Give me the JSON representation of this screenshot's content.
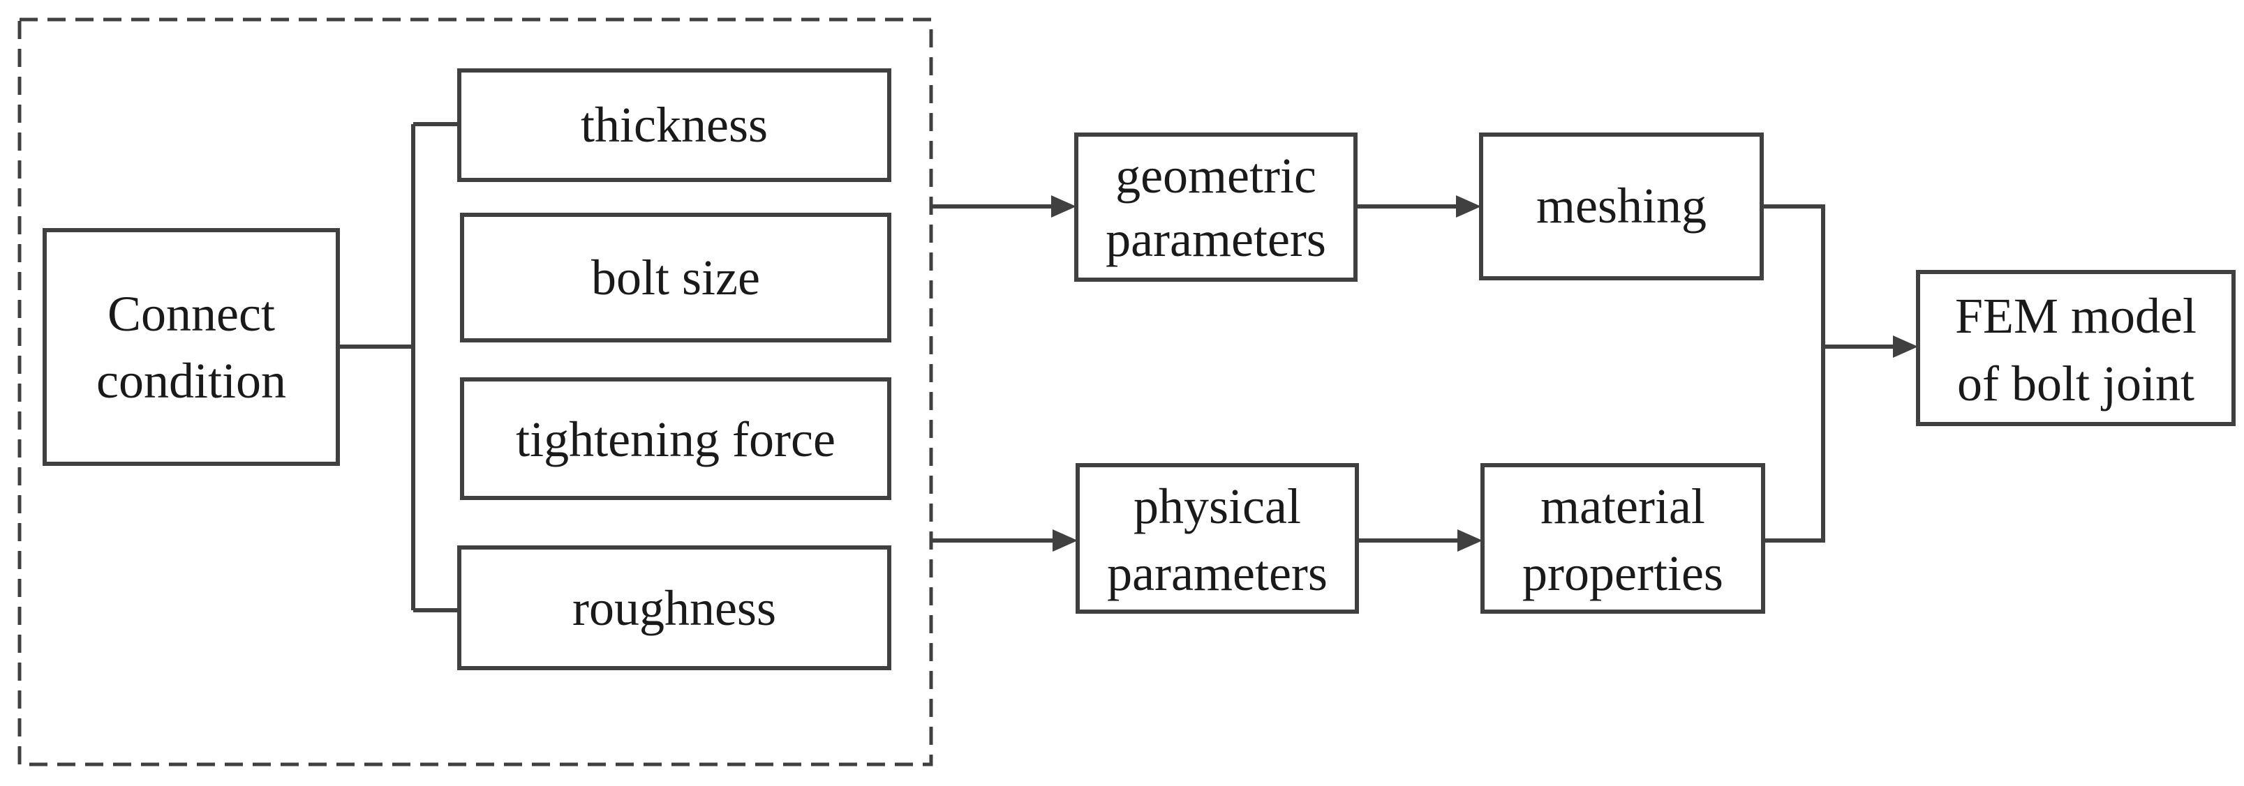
{
  "nodes": {
    "connect_condition": [
      "Connect",
      "condition"
    ],
    "thickness": [
      "thickness"
    ],
    "bolt_size": [
      "bolt size"
    ],
    "tightening_force": [
      "tightening force"
    ],
    "roughness": [
      "roughness"
    ],
    "geometric_parameters": [
      "geometric",
      "parameters"
    ],
    "physical_parameters": [
      "physical",
      "parameters"
    ],
    "meshing": [
      "meshing"
    ],
    "material_properties": [
      "material",
      "properties"
    ],
    "fem_model": [
      "FEM model",
      "of bolt joint"
    ]
  },
  "colors": {
    "stroke": "#404040",
    "text": "#1a1a1a",
    "background": "#ffffff"
  }
}
